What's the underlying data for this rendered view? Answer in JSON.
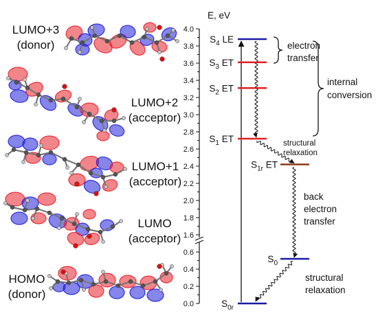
{
  "orbitals": [
    {
      "name": "LUMO+3",
      "role": "(donor)"
    },
    {
      "name": "LUMO+2",
      "role": "(acceptor)"
    },
    {
      "name": "LUMO+1",
      "role": "(acceptor)"
    },
    {
      "name": "LUMO",
      "role": "(acceptor)"
    },
    {
      "name": "HOMO",
      "role": "(donor)"
    }
  ],
  "axis": {
    "label": "E, eV",
    "upper_ticks": [
      "4.0",
      "3.8",
      "3.6",
      "3.4",
      "3.2",
      "3.0",
      "2.8",
      "2.6",
      "2.4",
      "2.2",
      "2.0",
      "1.8",
      "1.6"
    ],
    "lower_ticks": [
      "0.6",
      "0.4",
      "0.2",
      "0.0"
    ]
  },
  "states": [
    {
      "label": "S4 LE",
      "energy_ev": 3.88,
      "color": "#1a1aa6"
    },
    {
      "label": "S3 ET",
      "energy_ev": 3.61,
      "color": "#e02020"
    },
    {
      "label": "S2 ET",
      "energy_ev": 3.31,
      "color": "#e02020"
    },
    {
      "label": "S1 ET",
      "energy_ev": 2.72,
      "color": "#e02020"
    },
    {
      "label": "S1r ET",
      "energy_ev": 2.42,
      "color": "#8b3a1a"
    },
    {
      "label": "S0",
      "energy_ev": 0.52,
      "color": "#1a1aa6"
    },
    {
      "label": "S0r",
      "energy_ev": 0.0,
      "color": "#1a1aa6"
    }
  ],
  "annotations": {
    "electron_transfer": [
      "electron",
      "transfer"
    ],
    "internal_conversion": [
      "internal",
      "conversion"
    ],
    "structural_relaxation_1": [
      "structural",
      "relaxation"
    ],
    "back_electron_transfer": [
      "back",
      "electron",
      "transfer"
    ],
    "structural_relaxation_2": [
      "structural",
      "relaxation"
    ]
  },
  "colors": {
    "lobe_pos": "#e8202a",
    "lobe_neg": "#2020d8",
    "atom_c": "#555555",
    "atom_o": "#dd1111",
    "atom_h": "#c8c8c8"
  }
}
